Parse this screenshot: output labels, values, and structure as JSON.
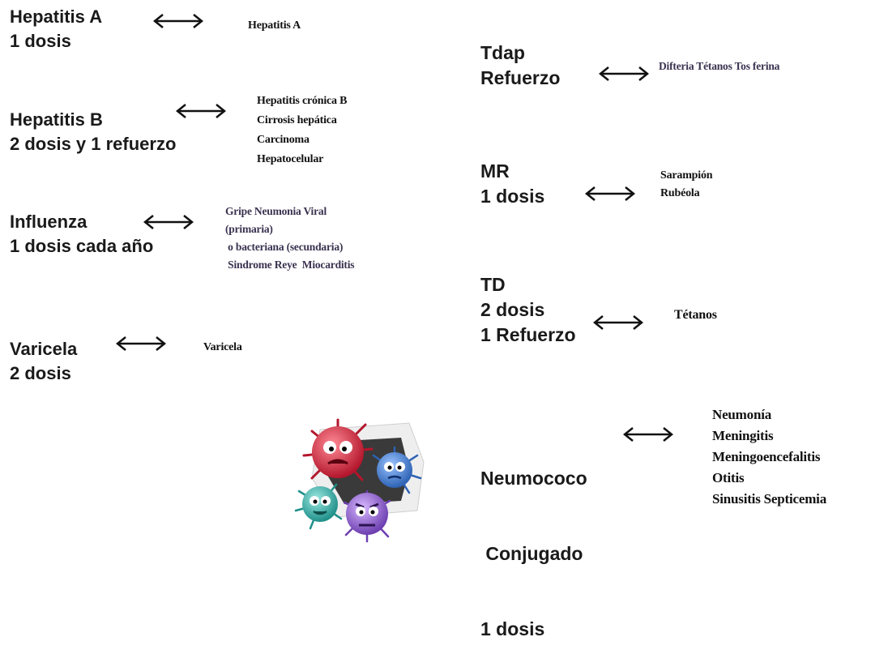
{
  "left_column": [
    {
      "id": "hepa",
      "vaccine": [
        "Hepatitis A",
        "1 dosis"
      ],
      "diseases": [
        "Hepatitis A"
      ]
    },
    {
      "id": "hepb",
      "vaccine": [
        "Hepatitis B",
        "2 dosis y 1 refuerzo"
      ],
      "diseases": [
        "Hepatitis crónica B",
        "Cirrosis hepática",
        "Carcinoma",
        "Hepatocelular"
      ]
    },
    {
      "id": "flu",
      "vaccine": [
        "Influenza",
        "1 dosis cada año"
      ],
      "diseases": [
        "Gripe Neumonia Viral",
        "(primaria)",
        " o bacteriana (secundaria)",
        " Sindrome Reye  Miocarditis"
      ]
    },
    {
      "id": "var",
      "vaccine": [
        "Varicela",
        "2 dosis"
      ],
      "diseases": [
        "Varicela"
      ]
    }
  ],
  "right_column": [
    {
      "id": "tdap",
      "vaccine": [
        "Tdap",
        "Refuerzo"
      ],
      "diseases": [
        "Difteria Tétanos Tos ferina"
      ]
    },
    {
      "id": "mr",
      "vaccine": [
        "MR",
        "1 dosis"
      ],
      "diseases": [
        "Sarampión",
        "Rubéola"
      ]
    },
    {
      "id": "td",
      "vaccine": [
        "TD",
        "2 dosis",
        "1 Refuerzo"
      ],
      "diseases": [
        "Tétanos"
      ]
    },
    {
      "id": "neumo",
      "vaccine": [
        "Neumococo",
        " Conjugado",
        "1 dosis"
      ],
      "diseases": [
        "Neumonía",
        "Meningitis",
        "Meningoencefalitis",
        "Otitis",
        "Sinusitis Septicemia"
      ]
    }
  ],
  "illustration": {
    "icon": "cartoon-viruses-illustration",
    "colors": [
      "#e0344a",
      "#4a86d8",
      "#3fb6b0",
      "#9c6bd6"
    ]
  },
  "arrow_icon": "double-headed-arrow-icon"
}
